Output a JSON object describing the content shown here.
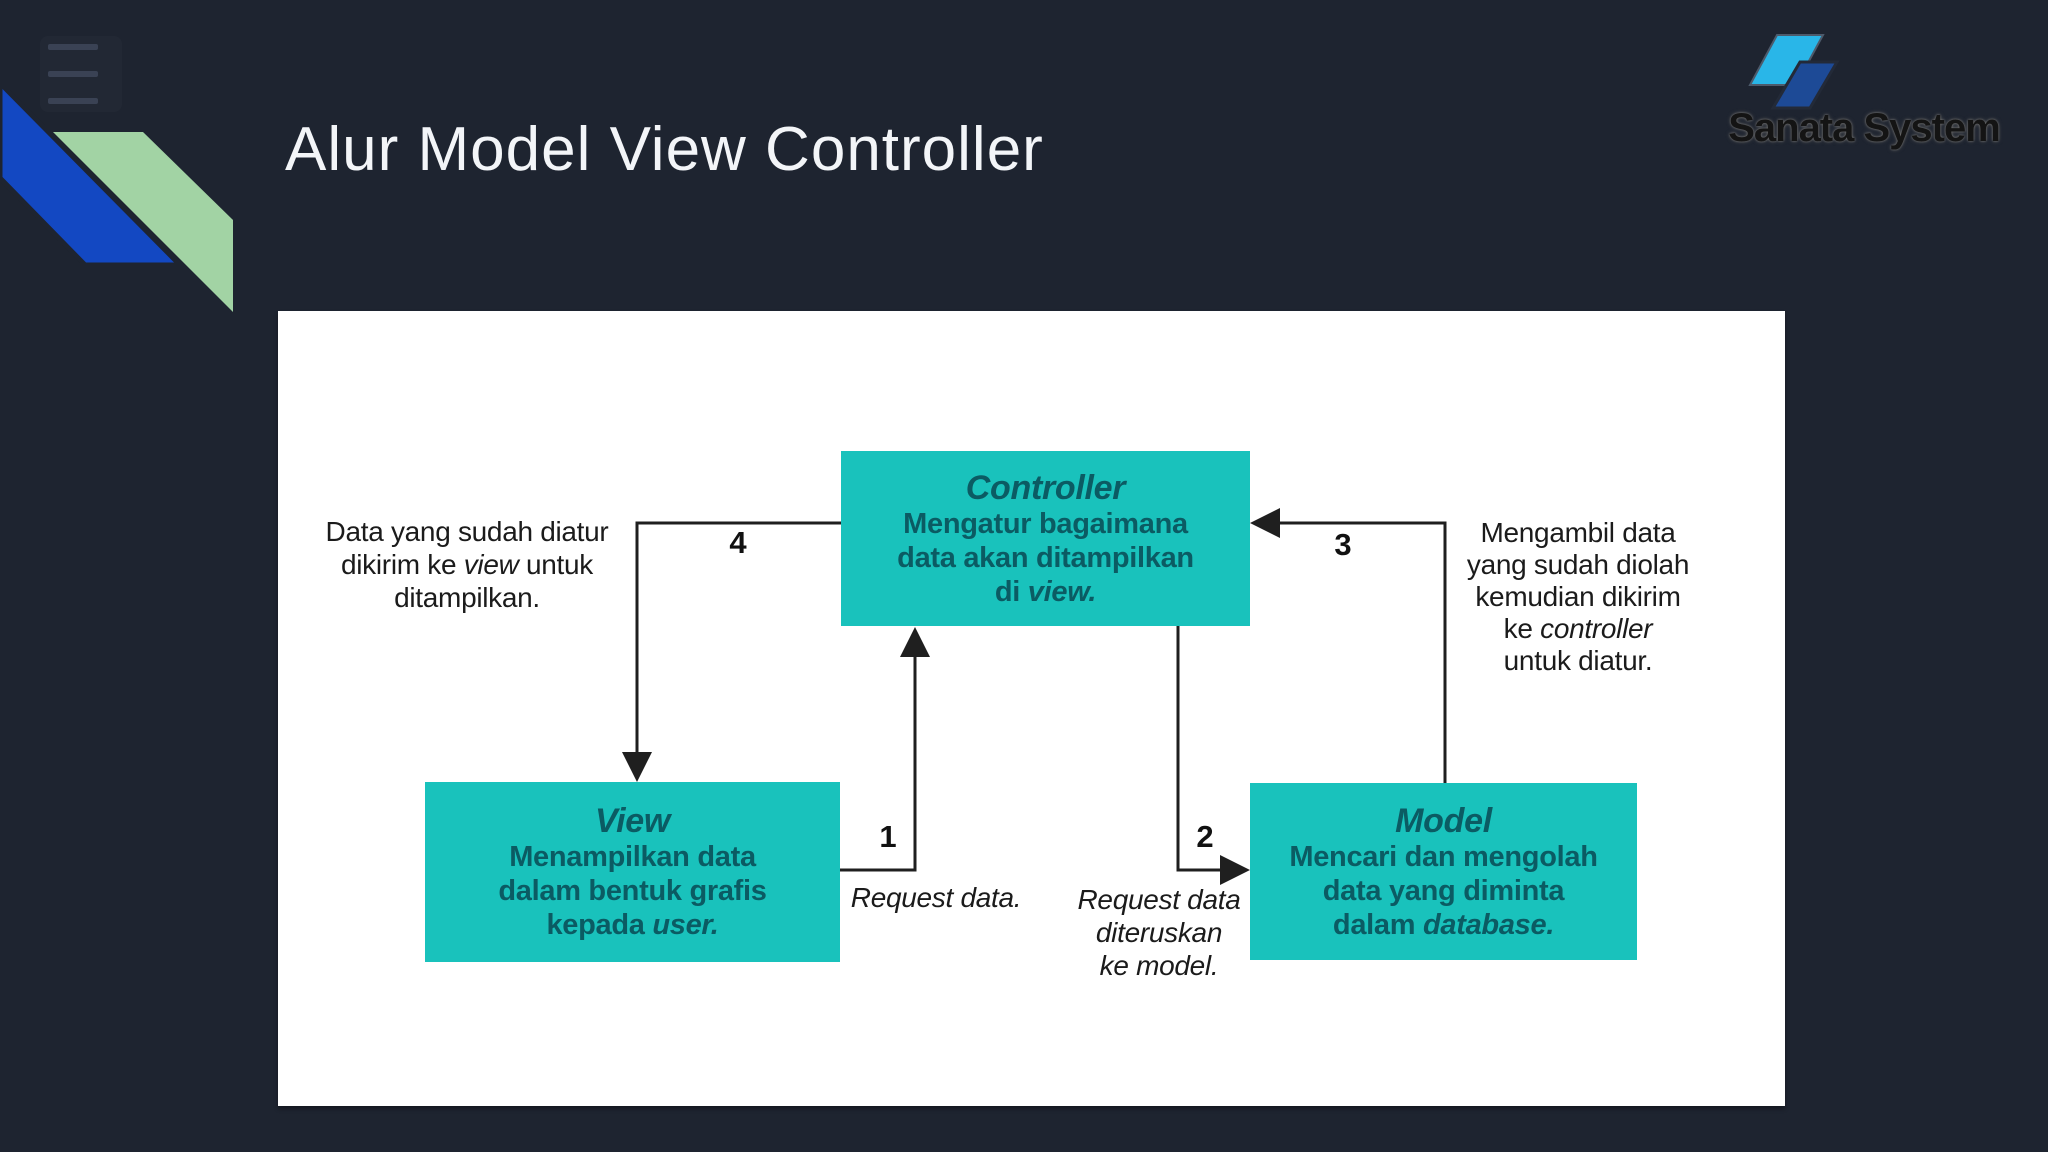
{
  "slide": {
    "title": "Alur Model View Controller"
  },
  "logo": {
    "name": "Sanata System"
  },
  "icons": {
    "menu": "hamburger"
  },
  "colors": {
    "background": "#1e2430",
    "panel": "#ffffff",
    "box_fill": "#19c2bc",
    "box_text": "#0b5b63",
    "accent_blue": "#1348c2",
    "accent_green": "#a2d3a4",
    "arrow_line": "#1f1f1f",
    "logo_light_blue": "#29b6e8",
    "logo_dark_blue": "#1d4a96",
    "title_text": "#f3f5f8"
  },
  "diagram": {
    "controller": {
      "title": "Controller",
      "line1": "Mengatur bagaimana",
      "line2": "data akan ditampilkan",
      "line3_pre": "di ",
      "line3_italic": "view."
    },
    "view": {
      "title": "View",
      "line1": "Menampilkan data",
      "line2": "dalam bentuk grafis",
      "line3_pre": "kepada ",
      "line3_italic": "user."
    },
    "model": {
      "title": "Model",
      "line1": "Mencari dan mengolah",
      "line2": "data yang diminta",
      "line3_pre": "dalam ",
      "line3_italic": "database."
    },
    "step1": {
      "num": "1",
      "label": "Request data."
    },
    "step2": {
      "num": "2",
      "line1": "Request data",
      "line2": "diteruskan",
      "line3_pre": "ke ",
      "line3_italic": "model."
    },
    "step3": {
      "num": "3",
      "line1": "Mengambil data",
      "line2": "yang sudah diolah",
      "line3": "kemudian dikirim",
      "line4_pre": "ke ",
      "line4_italic": "controller",
      "line5": "untuk diatur."
    },
    "step4": {
      "num": "4",
      "line1": "Data yang sudah diatur",
      "line2_pre": "dikirim ke ",
      "line2_italic": "view",
      "line2_post": " untuk",
      "line3": "ditampilkan."
    }
  }
}
